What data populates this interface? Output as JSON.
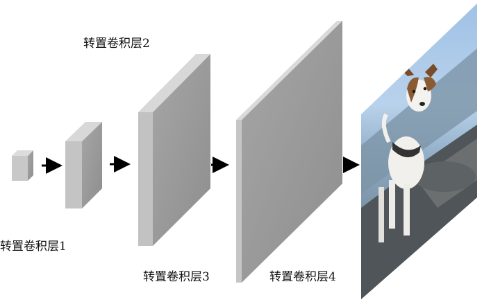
{
  "labels": {
    "layer1": "转置卷积层1",
    "layer2": "转置卷积层2",
    "layer3": "转置卷积层3",
    "layer4": "转置卷积层4"
  },
  "colors": {
    "block_front": "#c2c2c2",
    "block_side": "#999999",
    "block_top": "#dadada",
    "arrow": "#000000"
  },
  "image_description_icon": "dog-photo-icon"
}
